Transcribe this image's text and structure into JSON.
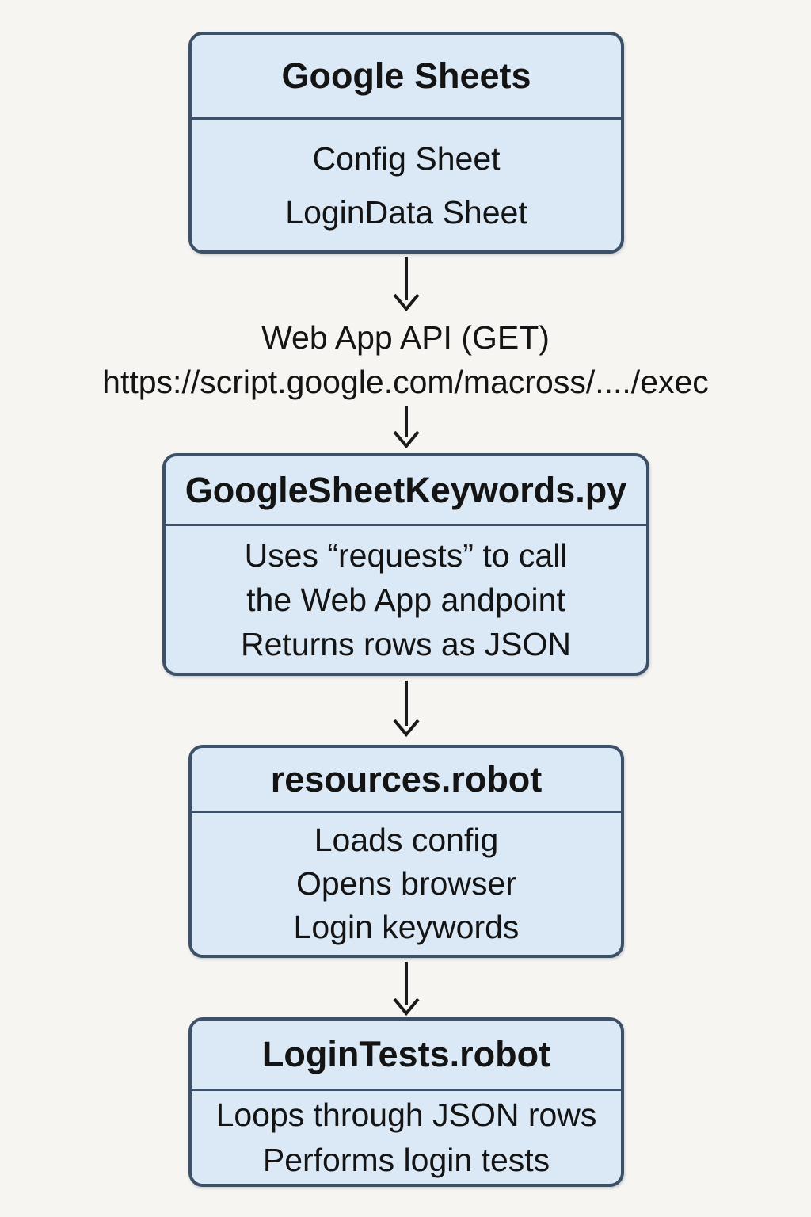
{
  "diagram": {
    "nodes": [
      {
        "title": "Google Sheets",
        "body": [
          "Config Sheet",
          "LoginData Sheet"
        ]
      },
      {
        "title": "GoogleSheetKeywords.py",
        "body": [
          "Uses “requests” to call",
          "the Web App andpoint",
          "Returns rows as JSON"
        ]
      },
      {
        "title": "resources.robot",
        "body": [
          "Loads config",
          "Opens browser",
          "Login keywords"
        ]
      },
      {
        "title": "LoginTests.robot",
        "body": [
          "Loops through JSON rows",
          "Performs login tests"
        ]
      }
    ],
    "connector": {
      "line1": "Web App API (GET)",
      "line2": "https://script.google.com/macross/..../exec"
    },
    "icons": [
      "arrow-down-icon"
    ],
    "colors": {
      "background": "#f6f5f2",
      "node_fill": "#dbe8f6",
      "node_border": "#3c5168",
      "text": "#141414",
      "arrow": "#1a1a1a"
    }
  }
}
